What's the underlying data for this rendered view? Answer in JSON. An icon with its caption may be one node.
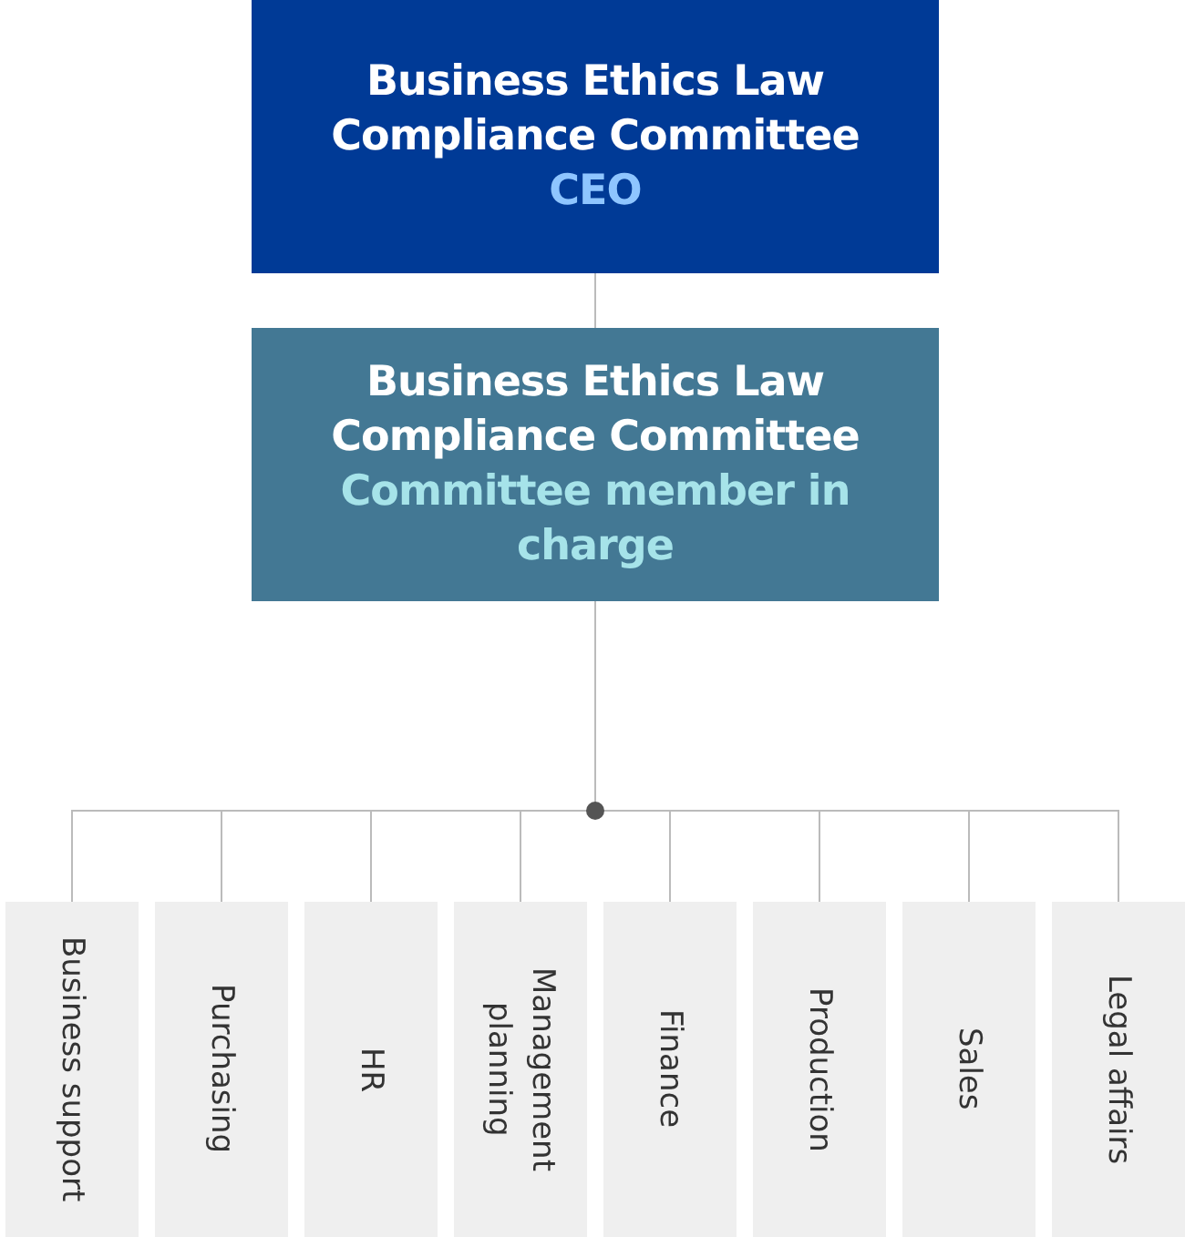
{
  "diagram": {
    "nodes": [
      {
        "text": [
          "Business Ethics Law Compliance Committee",
          "CEO"
        ]
      },
      {
        "text": [
          "Business Ethics Law Compliance Committee",
          "Committee member in charge"
        ]
      },
      {
        "text": [
          "Business support"
        ]
      },
      {
        "text": [
          "Purchasing"
        ]
      },
      {
        "text": [
          "HR"
        ]
      },
      {
        "text": [
          "Management planning"
        ]
      },
      {
        "text": [
          "Finance"
        ]
      },
      {
        "text": [
          "Production"
        ]
      },
      {
        "text": [
          "Sales"
        ]
      },
      {
        "text": [
          "Legal affairs"
        ]
      }
    ],
    "edges": [
      {
        "from": 0,
        "to": 1,
        "arrow": "none"
      },
      {
        "from": 1,
        "to": 2,
        "arrow": "none"
      },
      {
        "from": 1,
        "to": 3,
        "arrow": "none"
      },
      {
        "from": 1,
        "to": 4,
        "arrow": "none"
      },
      {
        "from": 1,
        "to": 5,
        "arrow": "none"
      },
      {
        "from": 1,
        "to": 6,
        "arrow": "none"
      },
      {
        "from": 1,
        "to": 7,
        "arrow": "none"
      },
      {
        "from": 1,
        "to": 8,
        "arrow": "none"
      },
      {
        "from": 1,
        "to": 9,
        "arrow": "none"
      }
    ]
  }
}
